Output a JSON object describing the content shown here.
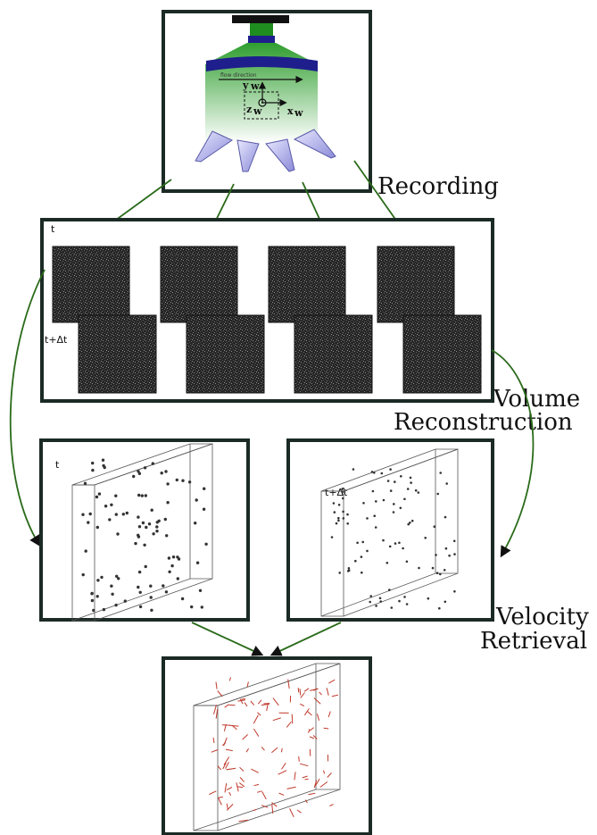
{
  "labels": {
    "recording": "Recording",
    "volume_line1": "Volume",
    "volume_line2": "Reconstruction",
    "velocity_line1": "Velocity",
    "velocity_line2": "Retrieval"
  },
  "camera": {
    "flow_direction": "flow direction",
    "axis_y": "y",
    "axis_x": "x",
    "axis_z": "z",
    "subscript": "w"
  },
  "frames": {
    "t_label": "t",
    "t_dt_label": "t+Δt"
  },
  "volumes": {
    "left_label": "t",
    "right_label": "t+Δt"
  },
  "colors": {
    "arrow": "#2a6b1a",
    "panel_border": "#1b2a24",
    "beam_green": "#2f9e2f",
    "camera_blue": "#1e1e8c",
    "vector_red": "#c0392b"
  }
}
